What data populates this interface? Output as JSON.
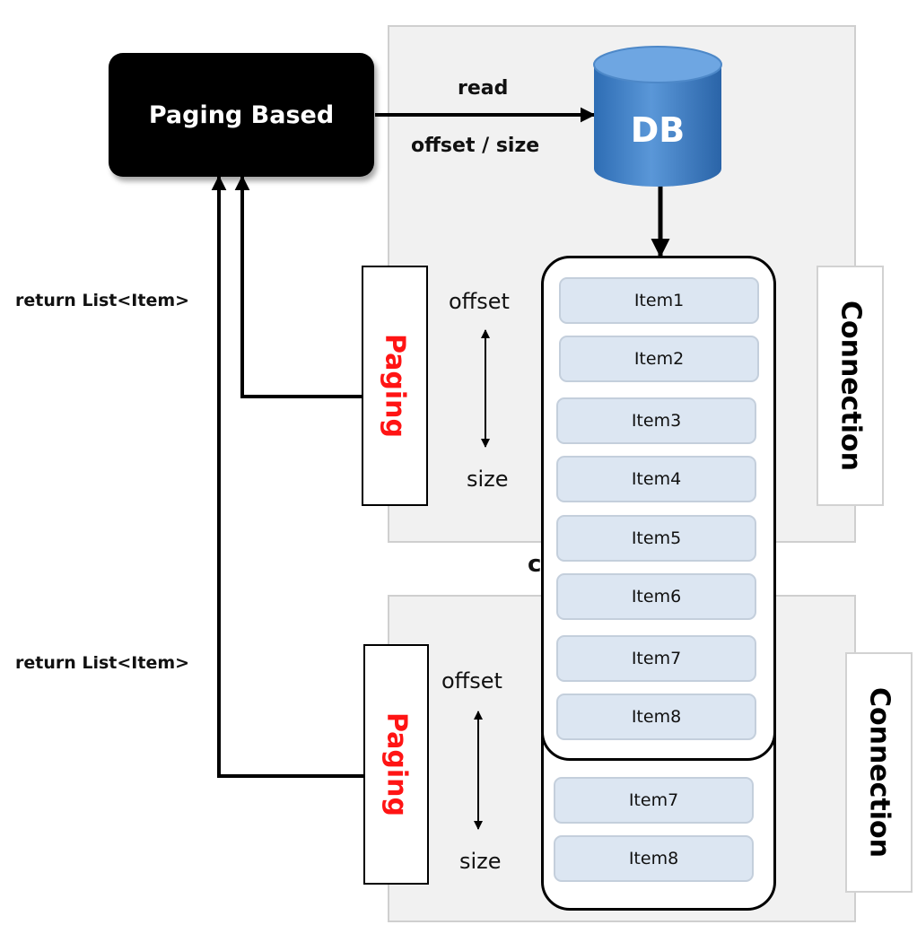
{
  "source": {
    "label": "Paging Based"
  },
  "db": {
    "label": "DB"
  },
  "read_arrow": {
    "line1": "read",
    "line2": "offset / size"
  },
  "return_labels": [
    "return List<Item>",
    "return List<Item>"
  ],
  "paging_label": "Paging",
  "connection_label": "Connection",
  "range_labels": {
    "start": "offset",
    "end": "size"
  },
  "upper_items": [
    "Item1",
    "Item2",
    "Item3",
    "Item4",
    "Item5",
    "Item6",
    "Item7",
    "Item8"
  ],
  "lower_items": [
    "Item7",
    "Item8"
  ],
  "partial_glyph": "c",
  "colors": {
    "paging_text": "#ff1414",
    "item_fill": "#dce6f2",
    "panel_fill": "#f1f1f1",
    "db_fill": "#3f80c8"
  }
}
